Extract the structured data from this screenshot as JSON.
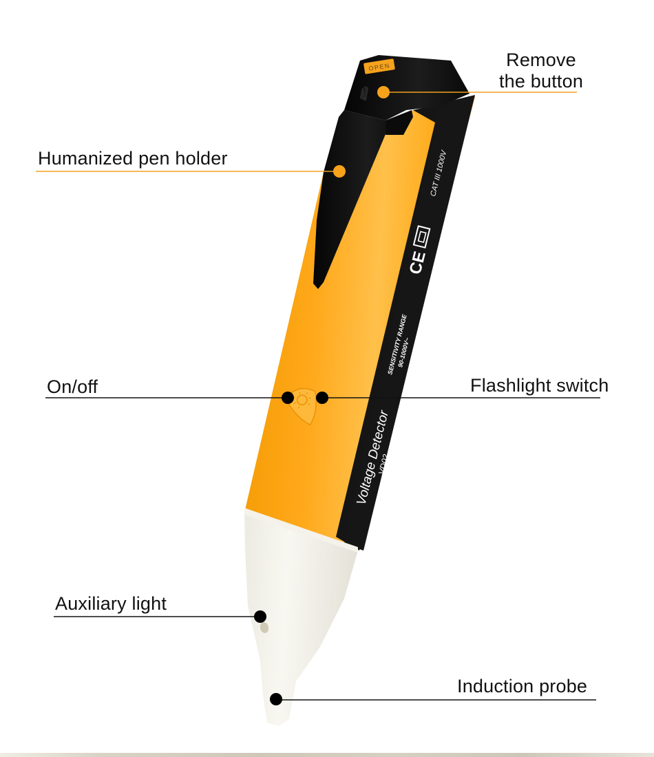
{
  "product": {
    "name": "Voltage Detector",
    "model": "VD02",
    "colors": {
      "body": "#FFA516",
      "body_highlight": "#FFC34D",
      "body_shadow": "#E88A00",
      "clip": "#0e0e0e",
      "stripe": "#1a1a1a",
      "tip": "#F3F1E9",
      "accent_dot": "#F7A21B",
      "callout_dot": "#000000"
    },
    "markings": {
      "open_tab": "OPEN",
      "rating": "CAT III 1000V",
      "ce_mark": "CE",
      "double_insulation_symbol": "double-square-icon",
      "sensitivity_title": "SENSITIVITY RANGE",
      "sensitivity_value": "90-1000V~",
      "brand_text": "Voltage Detector",
      "model_text": "VD02"
    }
  },
  "callouts": [
    {
      "id": "remove-button",
      "line1": "Remove",
      "line2": "the button",
      "dot_color": "#F7A21B"
    },
    {
      "id": "pen-holder",
      "text": "Humanized pen holder",
      "dot_color": "#F7A21B"
    },
    {
      "id": "on-off",
      "text": "On/off",
      "dot_color": "#000000"
    },
    {
      "id": "flashlight-switch",
      "text": "Flashlight switch",
      "dot_color": "#000000"
    },
    {
      "id": "auxiliary-light",
      "text": "Auxiliary light",
      "dot_color": "#000000"
    },
    {
      "id": "induction-probe",
      "text": "Induction probe",
      "dot_color": "#000000"
    }
  ]
}
